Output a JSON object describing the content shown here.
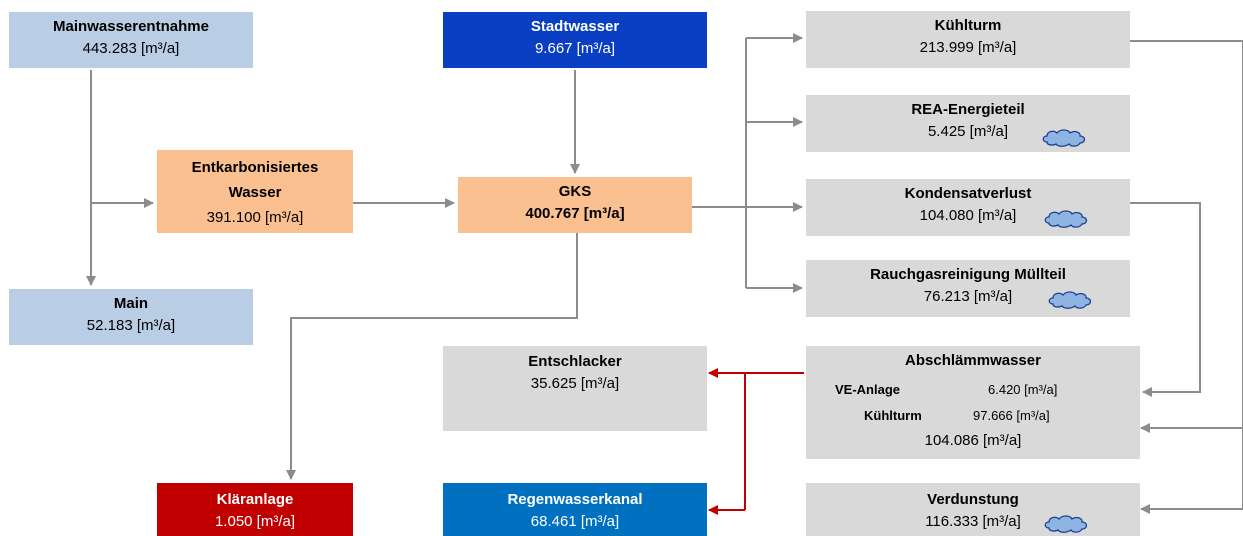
{
  "nodes": {
    "mainwasserentnahme": {
      "title": "Mainwasserentnahme",
      "value": "443.283 [m³/a]"
    },
    "stadtwasser": {
      "title": "Stadtwasser",
      "value": "9.667 [m³/a]"
    },
    "entkarbonisiert": {
      "title1": "Entkarbonisiertes",
      "title2": "Wasser",
      "value": "391.100 [m³/a]"
    },
    "gks": {
      "title": "GKS",
      "value": "400.767 [m³/a]"
    },
    "main": {
      "title": "Main",
      "value": "52.183 [m³/a]"
    },
    "kuehlturm": {
      "title": "Kühlturm",
      "value": "213.999 [m³/a]"
    },
    "rea": {
      "title": "REA-Energieteil",
      "value": "5.425 [m³/a]"
    },
    "kondensat": {
      "title": "Kondensatverlust",
      "value": "104.080 [m³/a]"
    },
    "rauchgas": {
      "title": "Rauchgasreinigung Müllteil",
      "value": "76.213 [m³/a]"
    },
    "entschlacker": {
      "title": "Entschlacker",
      "value": "35.625 [m³/a]"
    },
    "abschlaemm": {
      "title": "Abschlämmwasser",
      "ve_label": "VE-Anlage",
      "ve_value": "6.420 [m³/a]",
      "kt_label": "Kühlturm",
      "kt_value": "97.666 [m³/a]",
      "value": "104.086 [m³/a]"
    },
    "klaeranlage": {
      "title": "Kläranlage",
      "value": "1.050 [m³/a]"
    },
    "regenwasser": {
      "title": "Regenwasserkanal",
      "value": "68.461 [m³/a]"
    },
    "verdunstung": {
      "title": "Verdunstung",
      "value": "116.333 [m³/a]"
    }
  },
  "icons": {
    "evaporation": "cloud-icon"
  },
  "colors": {
    "flow": "#8c8c8c",
    "flow_red": "#c00000",
    "blue_light": "#b9cde4",
    "blue_dark": "#0a3fc4",
    "blue_mid": "#0070c0",
    "orange": "#fac090",
    "grey": "#d9d9d9",
    "red": "#c00000"
  }
}
